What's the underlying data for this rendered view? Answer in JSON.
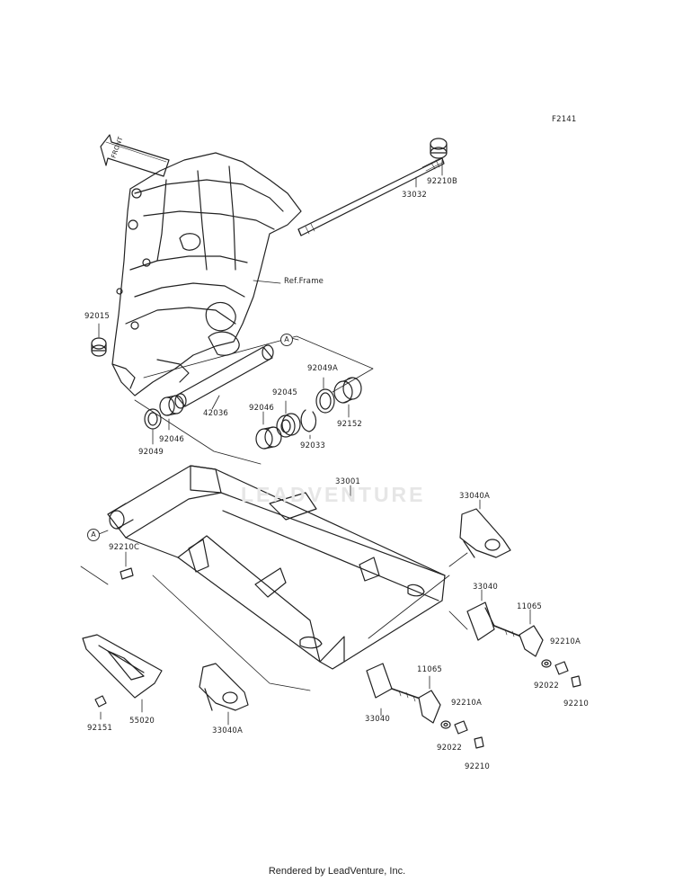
{
  "figure_code": "F2141",
  "ref_frame": "Ref.Frame",
  "front_label": "FRONT",
  "watermark": "LEADVENTURE",
  "marker": "A",
  "footer": "Rendered by LeadVenture, Inc.",
  "parts": {
    "p92210B": "92210B",
    "p33032": "33032",
    "p92015": "92015",
    "p42036": "42036",
    "p92049A": "92049A",
    "p92045": "92045",
    "p92046a": "92046",
    "p92046b": "92046",
    "p92152": "92152",
    "p92033": "92033",
    "p92049": "92049",
    "p33001": "33001",
    "p33040A_top": "33040A",
    "p92210C": "92210C",
    "p33040_r": "33040",
    "p11065_r": "11065",
    "p92210A_r": "92210A",
    "p92022_r": "92022",
    "p92210_r": "92210",
    "p11065_l": "11065",
    "p33040_l": "33040",
    "p92210A_l": "92210A",
    "p92022_l": "92022",
    "p92210_l": "92210",
    "p92151": "92151",
    "p55020": "55020",
    "p33040A_bot": "33040A"
  }
}
